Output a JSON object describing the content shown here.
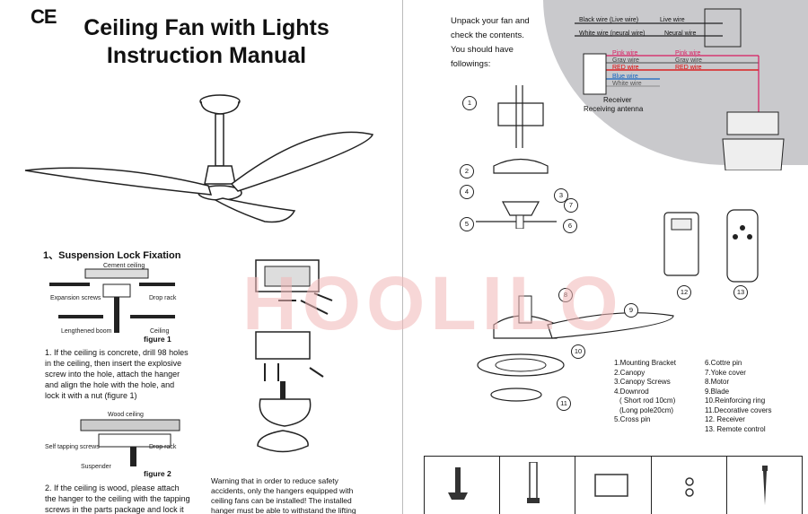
{
  "left": {
    "ce_mark": "CE",
    "title_line1": "Ceiling Fan with Lights",
    "title_line2": "Instruction Manual",
    "section1": "1、Suspension Lock Fixation",
    "fig1_labels": {
      "cement_ceiling": "Cement ceiling",
      "expansion_screws": "Expansion screws",
      "drop_rack": "Drop rack",
      "lengthened_boom": "Lengthened boom",
      "ceiling": "Ceiling"
    },
    "figure1": "figure 1",
    "para1": [
      "1. If the ceiling is concrete, drill 98 holes",
      "in the ceiling, then insert the explosive",
      "screw into the hole, attach the hanger",
      "and align the hole with the hole, and",
      "lock it with a nut (figure 1)"
    ],
    "fig2_labels": {
      "wood_ceiling": "Wood ceiling",
      "self_tapping": "Self tapping screws",
      "drop_rack": "Drop rack",
      "suspender": "Suspender"
    },
    "figure2": "figure 2",
    "para2": [
      "2. If the ceiling is wood, please attach",
      "the hanger to the ceiling with the tapping",
      "screws in the parts package and lock it"
    ],
    "warning": [
      "Warning that in order to reduce safety",
      "accidents, only the hangers equipped with",
      "ceiling fans can be installed! The installed",
      "hanger must be able to withstand the lifting"
    ]
  },
  "right": {
    "unpack": [
      "Unpack your fan and",
      "check the contents.",
      "You should have",
      "followings:"
    ],
    "wiring": {
      "black_wire": "Black wire (Live wire)",
      "live_wire": "Live wire",
      "white_wire": "White wire (neural wire)",
      "neural_wire": "Neural wire",
      "pink_wire_left": "Pink wire",
      "gray_wire_left": "Gray wire",
      "red_wire_left": "RED wire",
      "blue_wire": "Blue wire",
      "white_wire_small": "White wire",
      "pink_wire_right": "Pink wire",
      "gray_wire_right": "Gray wire",
      "red_wire_right": "RED wire",
      "receiver": "Receiver",
      "receiving_antenna": "Receiving antenna"
    },
    "part_numbers": [
      "1",
      "2",
      "3",
      "4",
      "5",
      "6",
      "7",
      "8",
      "9",
      "10",
      "11",
      "12",
      "13"
    ],
    "parts_col1": [
      "1.Mounting  Bracket",
      "2.Canopy",
      "3.Canopy Screws",
      "4.Downrod",
      "( Short rod  10cm)",
      "(Long pole20cm)",
      "5.Cross pin"
    ],
    "parts_col2": [
      "6.Cottre pin",
      "7.Yoke cover",
      "8.Motor",
      "9.Blade",
      "10.Reinforcing ring",
      "11.Decorative covers",
      "12. Receiver",
      "13. Remote control"
    ]
  },
  "watermark": "HOOLILO"
}
